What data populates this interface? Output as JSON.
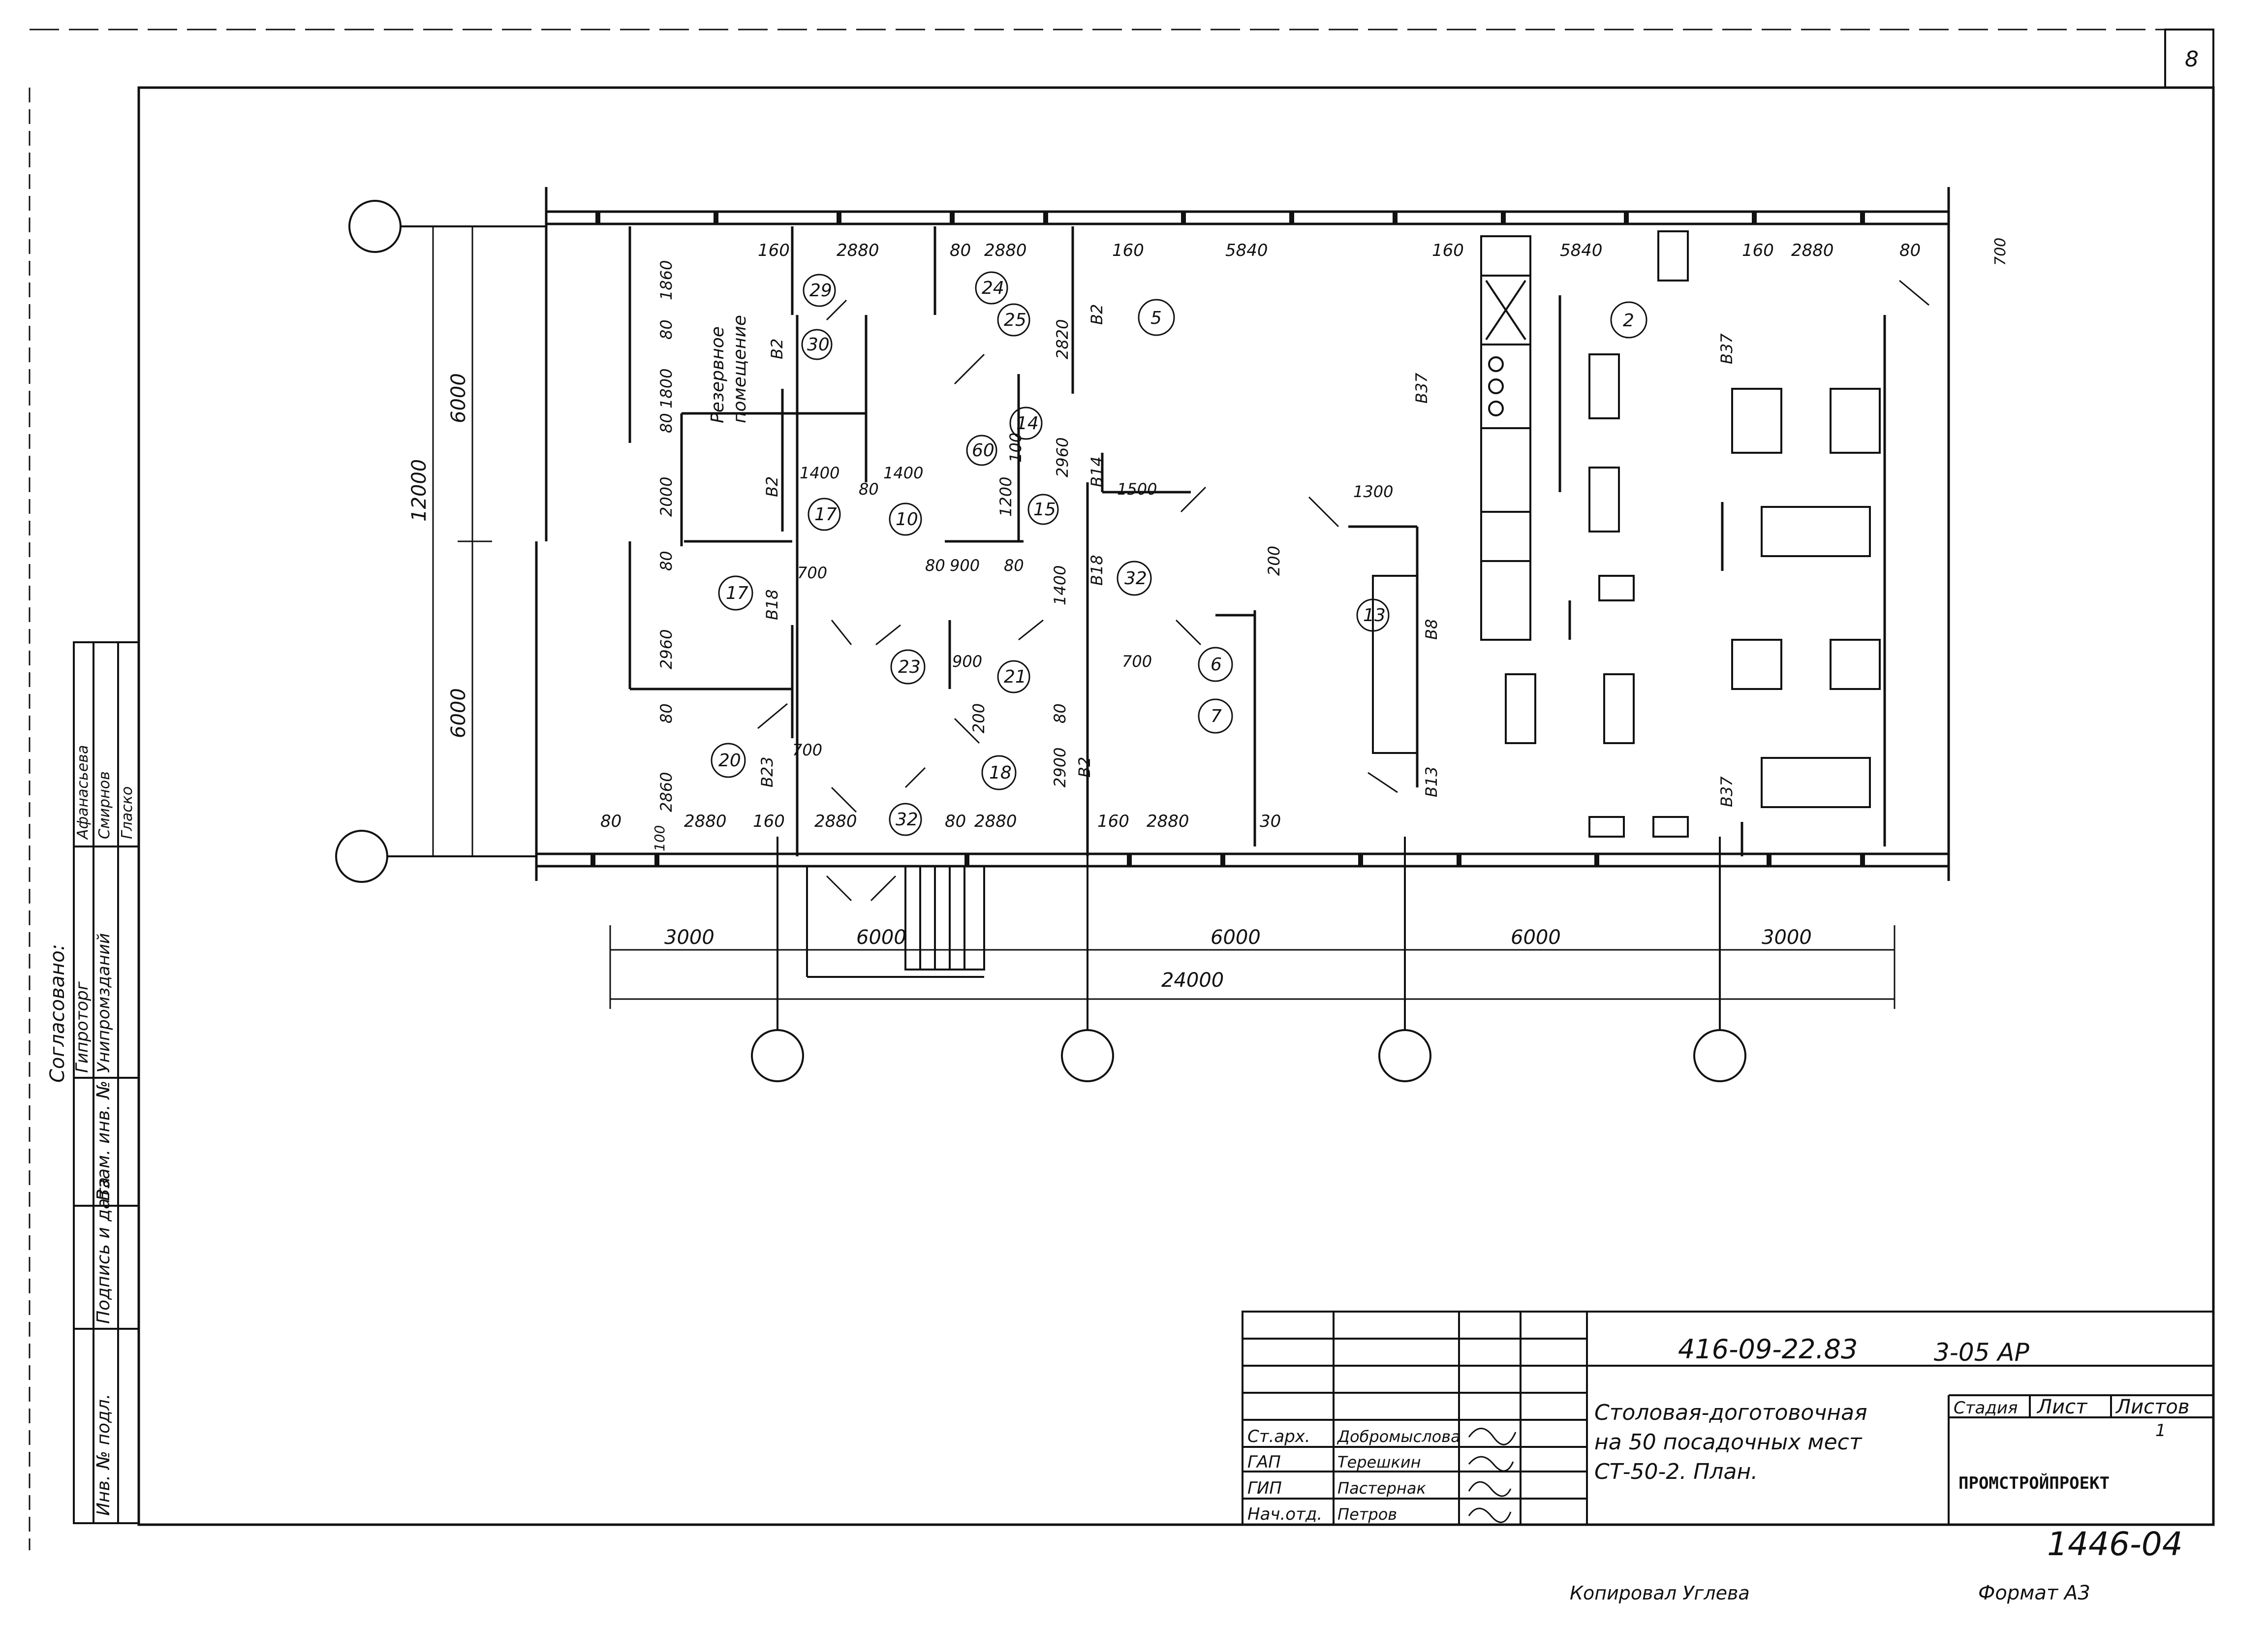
{
  "sheet": {
    "sheet_number": "8",
    "doc_code": "416-09-22.83",
    "doc_suffix": "3-05 АР",
    "title_lines": [
      "Столовая-доготовочная",
      "на 50 посадочных мест",
      "СТ-50-2. План."
    ],
    "stage_header": "Стадия",
    "sheet_header": "Лист",
    "sheets_header": "Листов",
    "sheets_count": "1",
    "organization": "ПРОМСТРОЙПРОЕКТ",
    "inventory_no": "1446-04",
    "copied_by": "Копировал Углева",
    "format": "Формат А3",
    "signatures": [
      {
        "role": "Ст.арх.",
        "name": "Добромыслова"
      },
      {
        "role": "ГАП",
        "name": "Терешкин"
      },
      {
        "role": "ГИП",
        "name": "Пастернак"
      },
      {
        "role": "Нач.отд.",
        "name": "Петров"
      }
    ]
  },
  "approval": {
    "heading": "Согласовано:",
    "orgs": [
      {
        "org": "Гипроторг",
        "person": "Афанасьева"
      },
      {
        "org": "Унипромзданий",
        "person": "Смирнов"
      },
      {
        "org": "",
        "person": "Глаcко"
      }
    ]
  },
  "left_stamp": [
    "Инв. № подл.",
    "Подпись и дата",
    "Взам. инв. №"
  ],
  "plan": {
    "reserve_room_lines": [
      "Резервное",
      "помещение"
    ],
    "overall_dims": {
      "total": "24000",
      "bays": [
        "3000",
        "6000",
        "6000",
        "6000",
        "3000"
      ],
      "vertical_total": "12000",
      "vertical": [
        "6000",
        "6000"
      ]
    },
    "room_numbers": [
      "29",
      "30",
      "24",
      "25",
      "5",
      "2",
      "14",
      "60",
      "15",
      "17",
      "10",
      "32",
      "17",
      "23",
      "21",
      "6",
      "7",
      "13",
      "20",
      "18",
      "32"
    ],
    "top_dims": [
      "160",
      "2880",
      "80",
      "2880",
      "160",
      "5840",
      "160",
      "5840",
      "160",
      "2880",
      "80",
      "700"
    ],
    "bottom_dims": [
      "80",
      "100",
      "2880",
      "160",
      "2880",
      "80",
      "2880",
      "160",
      "2880",
      "30"
    ],
    "inner_dims": [
      "1860",
      "80",
      "1800",
      "80",
      "2000",
      "80",
      "2960",
      "80",
      "2860",
      "1400",
      "1400",
      "900",
      "80",
      "1400",
      "700",
      "700",
      "1500",
      "1300",
      "2820",
      "2960",
      "80",
      "1200",
      "80",
      "2900",
      "700",
      "200",
      "200",
      "900",
      "100",
      "80"
    ],
    "wall_marks": [
      "В2",
      "В2",
      "В2",
      "В37",
      "В37",
      "В37",
      "В14",
      "В18",
      "В18",
      "В8",
      "В13",
      "В23",
      "В2"
    ]
  }
}
